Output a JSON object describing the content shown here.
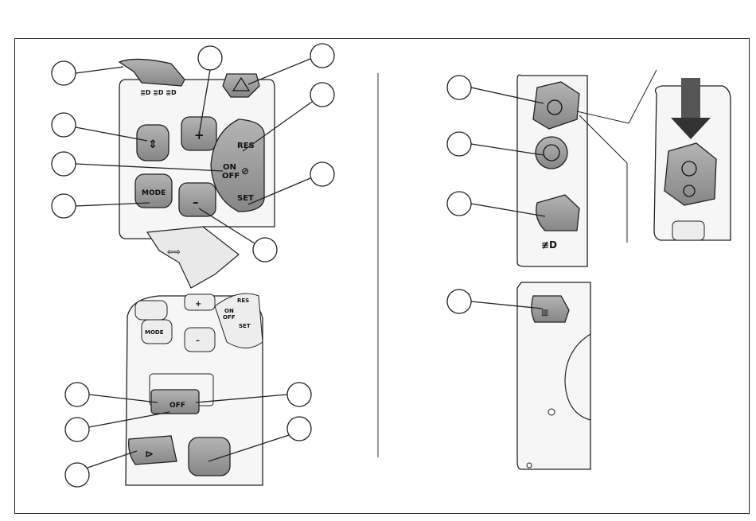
{
  "labels": {
    "mode": "MODE",
    "on": "ON",
    "off": "OFF",
    "res": "RES",
    "set": "SET",
    "plus": "+",
    "minus": "–",
    "off_switch": "OFF"
  },
  "colors": {
    "line": "#222222",
    "housing": "#f4f4f4",
    "button": "#9a9a9a",
    "button_dark": "#7a7a7a"
  },
  "icons": [
    "headlight-modes-icon",
    "hazard-icon",
    "scroll-icon",
    "cruise-control-icon",
    "turn-signal-icon",
    "horn-icon",
    "riding-mode-icon",
    "traction-control-icon",
    "fog-light-icon",
    "heated-grip-icon",
    "arrow-down-icon"
  ]
}
